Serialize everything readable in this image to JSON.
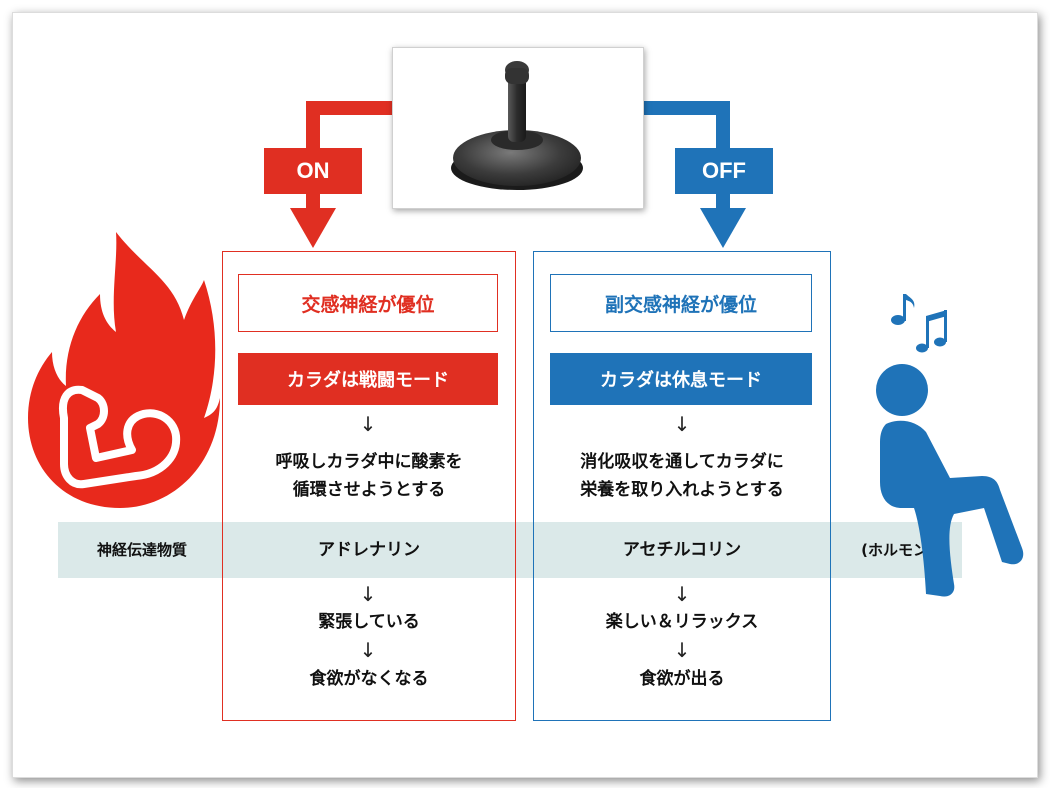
{
  "switch": {
    "on_label": "ON",
    "off_label": "OFF"
  },
  "left": {
    "heading": "交感神経が優位",
    "mode": "カラダは戦闘モード",
    "arrow": "↓",
    "description_line1": "呼吸しカラダ中に酸素を",
    "description_line2": "循環させようとする",
    "transmitter": "アドレナリン",
    "effect1": "緊張している",
    "effect2": "食欲がなくなる"
  },
  "right": {
    "heading": "副交感神経が優位",
    "mode": "カラダは休息モード",
    "arrow": "↓",
    "description_line1": "消化吸収を通してカラダに",
    "description_line2": "栄養を取り入れようとする",
    "transmitter": "アセチルコリン",
    "effect1": "楽しい＆リラックス",
    "effect2": "食欲が出る"
  },
  "band": {
    "left_label": "神経伝達物質",
    "right_label": "(ホルモン)"
  },
  "colors": {
    "on_red": "#e02f22",
    "off_blue": "#1f73b8",
    "band": "#dbe9e9"
  },
  "icons": {
    "switch": "joystick-icon",
    "left_figure": "fire-flex-icon",
    "right_figure": "relaxing-person-icon",
    "notes": "music-notes-icon"
  }
}
